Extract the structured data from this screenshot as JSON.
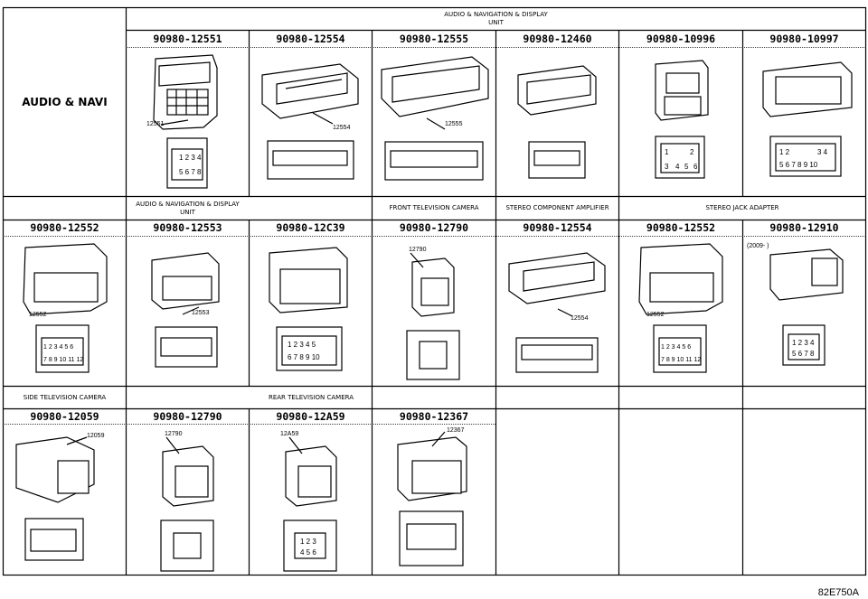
{
  "figure_code": "82E750A",
  "sections": {
    "main_label": "AUDIO & NAVI",
    "header_top": "AUDIO & NAVIGATION & DISPLAY\nUNIT",
    "header_row2_left": "AUDIO & NAVIGATION & DISPLAY\nUNIT",
    "header_front_camera": "FRONT TELEVISION CAMERA",
    "header_stereo_amp": "STEREO COMPONENT AMPLIFIER",
    "header_jack_adapter": "STEREO JACK ADAPTER",
    "header_side_camera": "SIDE TELEVISION CAMERA",
    "header_rear_camera": "REAR TELEVISION CAMERA"
  },
  "row1": [
    {
      "part": "90980-12551",
      "label": "12551",
      "face": "1 2 3 4 5 6 7 8"
    },
    {
      "part": "90980-12554",
      "label": "12554",
      "face": ""
    },
    {
      "part": "90980-12555",
      "label": "12555",
      "face": ""
    },
    {
      "part": "90980-12460",
      "label": "",
      "face": ""
    },
    {
      "part": "90980-10996",
      "label": "",
      "face": "1 2 3 4 5 6"
    },
    {
      "part": "90980-10997",
      "label": "",
      "face": "1 2 3 4 5 6 7 8 9 10"
    }
  ],
  "row2": [
    {
      "part": "90980-12552",
      "label": "12552",
      "face": "1 2 3 4 5 6 7 8 9 10 11 12"
    },
    {
      "part": "90980-12553",
      "label": "12553",
      "face": ""
    },
    {
      "part": "90980-12C39",
      "label": "",
      "face": "1 2 3 4 5 6 7 8 9 10"
    },
    {
      "part": "90980-12790",
      "label": "12790",
      "face": ""
    },
    {
      "part": "90980-12554",
      "label": "12554",
      "face": ""
    },
    {
      "part": "90980-12552",
      "label": "12552",
      "face": "1 2 3 4 5 6 7 8 9 10 11 12"
    },
    {
      "part": "90980-12910",
      "label": "",
      "note": "(2009-     )",
      "face": "1 2 3 4 5 6 7 8"
    }
  ],
  "row3": [
    {
      "part": "90980-12059",
      "label": "12059",
      "face": ""
    },
    {
      "part": "90980-12790",
      "label": "12790",
      "face": ""
    },
    {
      "part": "90980-12A59",
      "label": "12A59",
      "face": "1 2 3 4 5 6"
    },
    {
      "part": "90980-12367",
      "label": "12367",
      "face": ""
    }
  ]
}
